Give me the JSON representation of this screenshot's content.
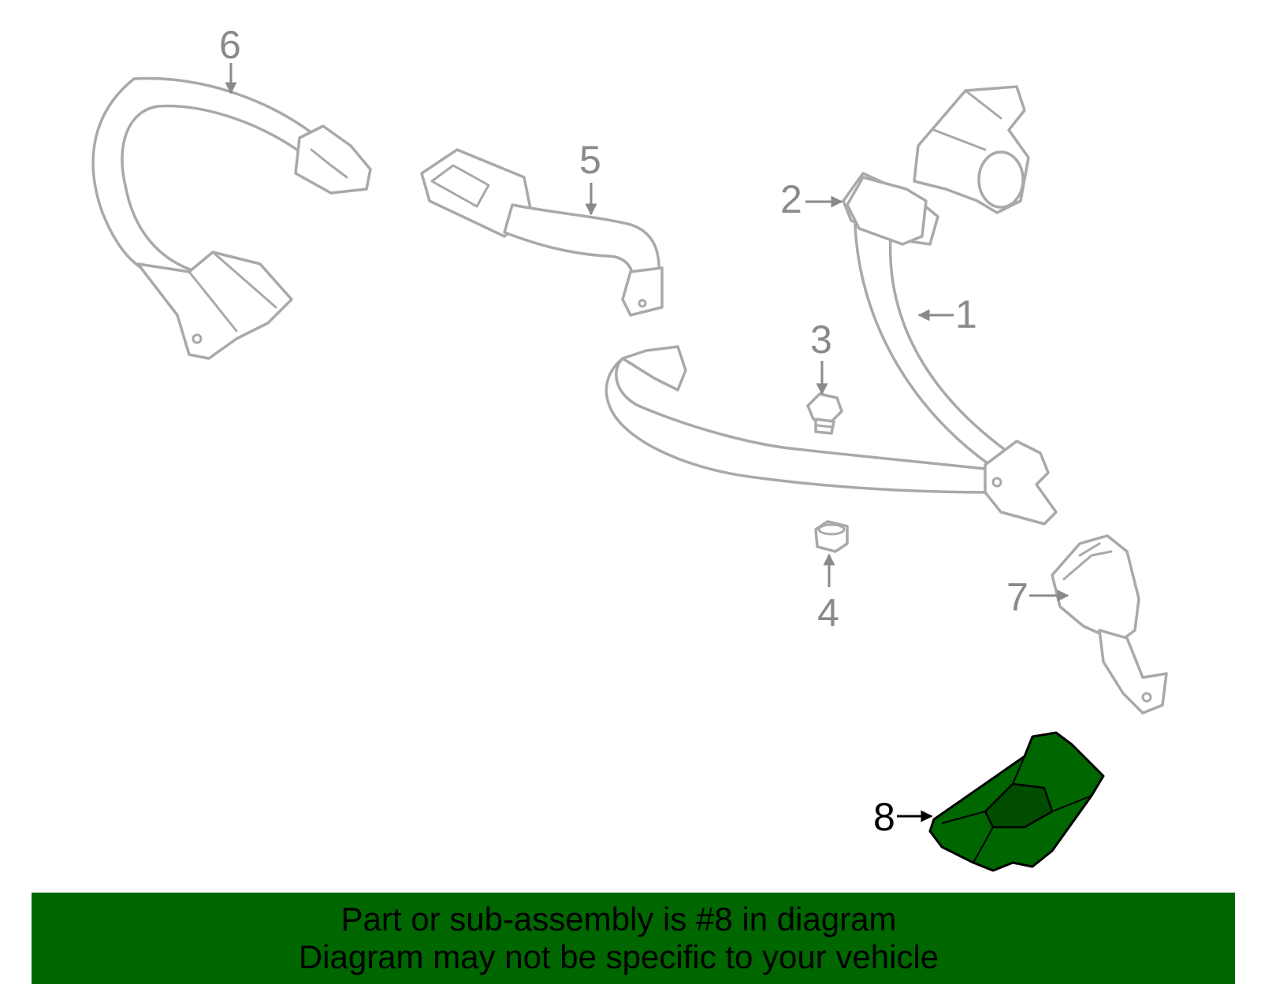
{
  "diagram": {
    "callouts": [
      {
        "number": "1"
      },
      {
        "number": "2"
      },
      {
        "number": "3"
      },
      {
        "number": "4"
      },
      {
        "number": "5"
      },
      {
        "number": "6"
      },
      {
        "number": "7"
      },
      {
        "number": "8"
      }
    ],
    "highlighted_part": "8",
    "colors": {
      "part_outline": "#a9a9a9",
      "callout_text": "#8a8a8a",
      "highlight_fill": "#006600",
      "banner_background": "#006600"
    }
  },
  "banner": {
    "line1": "Part or sub-assembly is #8 in diagram",
    "line2": "Diagram may not be specific to your vehicle"
  }
}
